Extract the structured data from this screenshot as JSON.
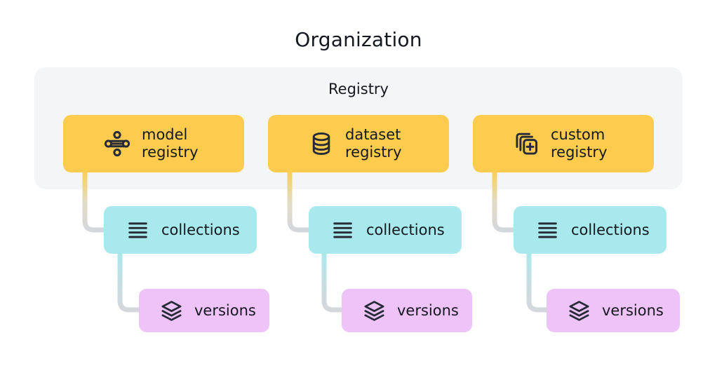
{
  "diagram": {
    "title": "Organization",
    "panel_title": "Registry",
    "colors": {
      "background": "#ffffff",
      "panel": "#f4f5f7",
      "registry_card": "#fdcc4f",
      "collections_card": "#a7e9ec",
      "versions_card": "#eec3f7",
      "text": "#15181f",
      "icon": "#262b37",
      "connector_gray": "#d5d7dc",
      "connector_yellow": "#fdcc4f",
      "connector_cyan": "#a7e9ec"
    },
    "columns": [
      {
        "registry": {
          "label": "model\nregistry",
          "icon": "model-nodes-icon"
        },
        "collections": {
          "label": "collections",
          "icon": "list-lines-icon"
        },
        "versions": {
          "label": "versions",
          "icon": "layers-stack-icon"
        }
      },
      {
        "registry": {
          "label": "dataset\nregistry",
          "icon": "database-cylinder-icon"
        },
        "collections": {
          "label": "collections",
          "icon": "list-lines-icon"
        },
        "versions": {
          "label": "versions",
          "icon": "layers-stack-icon"
        }
      },
      {
        "registry": {
          "label": "custom\nregistry",
          "icon": "copy-plus-icon"
        },
        "collections": {
          "label": "collections",
          "icon": "list-lines-icon"
        },
        "versions": {
          "label": "versions",
          "icon": "layers-stack-icon"
        }
      }
    ]
  }
}
